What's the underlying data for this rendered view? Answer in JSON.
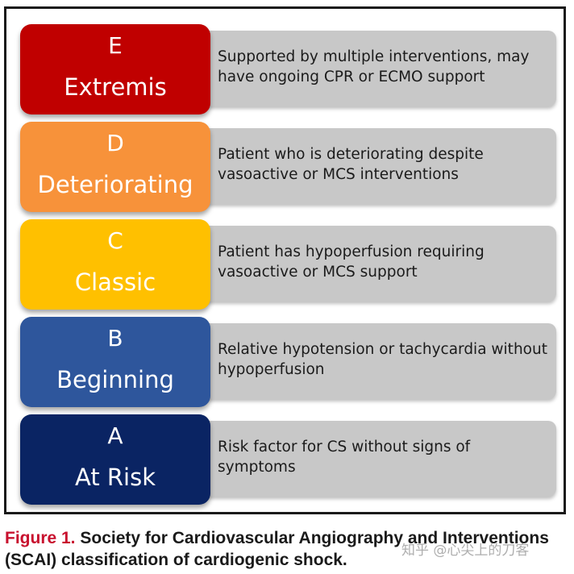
{
  "stages": [
    {
      "letter": "E",
      "name": "Extremis",
      "description": "Supported by multiple interventions, may have ongoing CPR or ECMO support",
      "color": "#c00000"
    },
    {
      "letter": "D",
      "name": "Deteriorating",
      "description": "Patient who is deteriorating despite vasoactive or MCS interventions",
      "color": "#f7923a"
    },
    {
      "letter": "C",
      "name": "Classic",
      "description": "Patient has hypoperfusion requiring vasoactive or MCS support",
      "color": "#ffc000"
    },
    {
      "letter": "B",
      "name": "Beginning",
      "description": "Relative hypotension or tachycardia without hypoperfusion",
      "color": "#2e569c"
    },
    {
      "letter": "A",
      "name": "At Risk",
      "description": "Risk factor for CS without signs of symptoms",
      "color": "#0a2463"
    }
  ],
  "caption": {
    "figure_label": "Figure 1.",
    "text": "Society for Cardiovascular Angiography and Interventions (SCAI) classification of cardiogenic shock."
  },
  "watermark": "知乎 @心尖上的刀客"
}
